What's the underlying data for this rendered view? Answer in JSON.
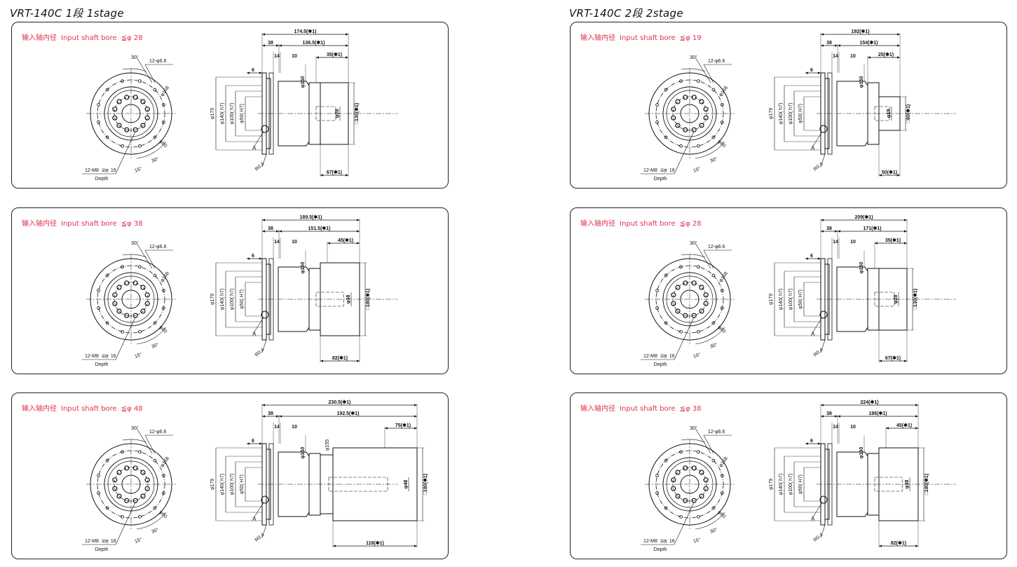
{
  "columns": [
    {
      "title": "VRT-140C  1段  1stage",
      "panels": [
        {
          "bore_cn": "输入轴内径",
          "bore_en": "Input shaft bore",
          "bore_val": "≦φ 28",
          "total": "174.5(✱1)",
          "inner": "136.5(✱1)",
          "offset": "35(✱1)",
          "motor_sq": "□130(✱1)",
          "motor_len": "67(✱1)",
          "out_dia": "φ28",
          "has_step": false,
          "s155": ""
        },
        {
          "bore_cn": "输入轴内径",
          "bore_en": "Input shaft bore",
          "bore_val": "≦φ 38",
          "total": "189.5(✱1)",
          "inner": "151.5(✱1)",
          "offset": "45(✱1)",
          "motor_sq": "□180(✱1)",
          "motor_len": "82(✱1)",
          "out_dia": "φ38",
          "has_step": false,
          "s155": ""
        },
        {
          "bore_cn": "输入轴内径",
          "bore_en": "Input shaft bore",
          "bore_val": "≦φ 48",
          "total": "230.5(✱1)",
          "inner": "192.5(✱1)",
          "offset": "75(✱1)",
          "motor_sq": "□180(✱1)",
          "motor_len": "118(✱1)",
          "out_dia": "φ48",
          "has_step": true,
          "s155": "φ155"
        }
      ]
    },
    {
      "title": "VRT-140C  2段  2stage",
      "panels": [
        {
          "bore_cn": "输入轴内径",
          "bore_en": "Input shaft bore",
          "bore_val": "≦φ 19",
          "total": "192(✱1)",
          "inner": "154(✱1)",
          "offset": "25(✱1)",
          "motor_sq": "□80(✱1)",
          "motor_len": "50(✱1)",
          "out_dia": "φ19",
          "has_step": false,
          "s155": ""
        },
        {
          "bore_cn": "输入轴内径",
          "bore_en": "Input shaft bore",
          "bore_val": "≦φ 28",
          "total": "209(✱1)",
          "inner": "171(✱1)",
          "offset": "35(✱1)",
          "motor_sq": "□130(✱1)",
          "motor_len": "67(✱1)",
          "out_dia": "φ28",
          "has_step": false,
          "s155": ""
        },
        {
          "bore_cn": "输入轴内径",
          "bore_en": "Input shaft bore",
          "bore_val": "≦φ 38",
          "total": "224(✱1)",
          "inner": "186(✱1)",
          "offset": "45(✱1)",
          "motor_sq": "□180(✱1)",
          "motor_len": "82(✱1)",
          "out_dia": "φ38",
          "has_step": false,
          "s155": ""
        }
      ]
    }
  ],
  "common": {
    "d30": "30°",
    "holes": "12-φ6.6",
    "d168": "φ168",
    "d80": "φ80",
    "d30b": "30°",
    "d15": "15°",
    "m8": "12-M8",
    "depth_cn": "深度",
    "depth_val": "16",
    "depth_en": "Depth",
    "l38": "38",
    "l14": "14",
    "l10": "10",
    "l6": "6",
    "d150": "φ150",
    "d179": "φ179",
    "d140": "φ140( h7)",
    "d100": "φ100( h7)",
    "d50": "φ50( H7)",
    "labelA": "A",
    "r04": "R0.4"
  },
  "colors": {
    "accent": "#e0324f",
    "line": "#111111",
    "panel_border": "#222222"
  }
}
